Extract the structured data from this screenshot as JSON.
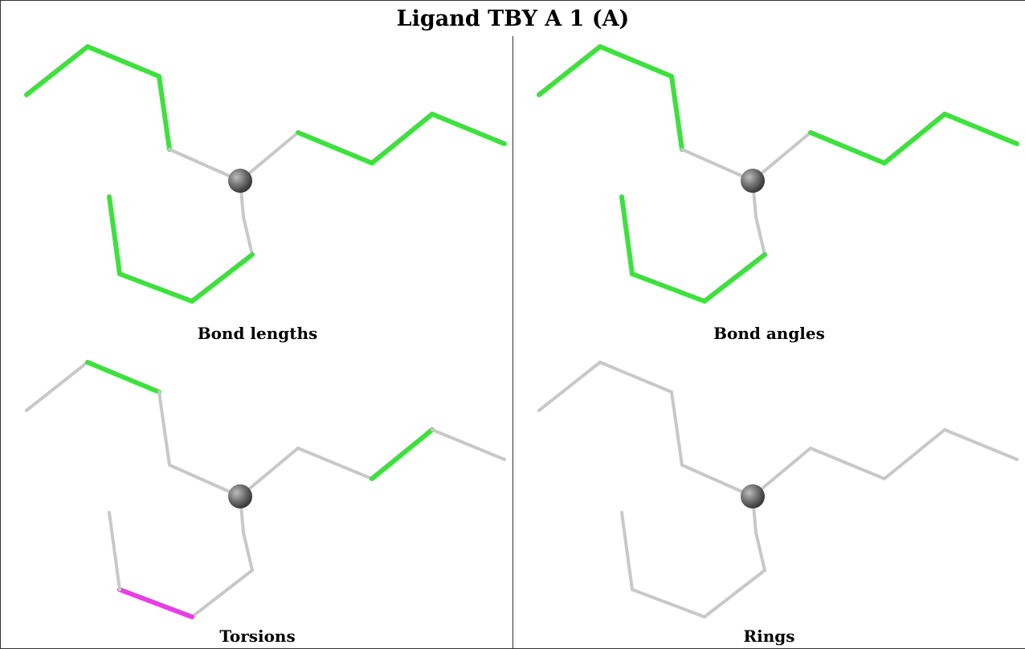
{
  "title": "Ligand TBY A 1 (A)",
  "colors": {
    "default_bond": "#c8c8c8",
    "ok_bond": "#3ee03e",
    "outlier_bond": "#e63ee6",
    "central_atom": "#6b6b6b",
    "border": "#333333"
  },
  "panels": [
    {
      "id": "bond-lengths",
      "caption": "Bond lengths",
      "highlight": "ok"
    },
    {
      "id": "bond-angles",
      "caption": "Bond angles",
      "highlight": "ok"
    },
    {
      "id": "torsions",
      "caption": "Torsions",
      "highlight": "mixed"
    },
    {
      "id": "rings",
      "caption": "Rings",
      "highlight": "none"
    }
  ]
}
